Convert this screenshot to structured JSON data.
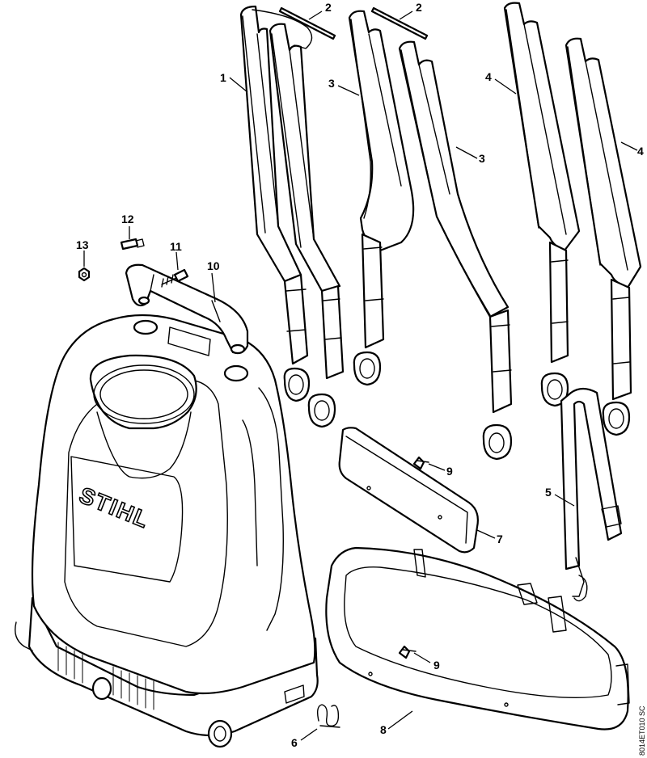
{
  "brand_logo": "STIHL",
  "drawing_code": "8014ET010 SC",
  "callouts": [
    {
      "id": "c1",
      "label": "1"
    },
    {
      "id": "c2a",
      "label": "2"
    },
    {
      "id": "c2b",
      "label": "2"
    },
    {
      "id": "c3a",
      "label": "3"
    },
    {
      "id": "c3b",
      "label": "3"
    },
    {
      "id": "c4a",
      "label": "4"
    },
    {
      "id": "c4b",
      "label": "4"
    },
    {
      "id": "c5",
      "label": "5"
    },
    {
      "id": "c6",
      "label": "6"
    },
    {
      "id": "c7",
      "label": "7"
    },
    {
      "id": "c8",
      "label": "8"
    },
    {
      "id": "c9a",
      "label": "9"
    },
    {
      "id": "c9b",
      "label": "9"
    },
    {
      "id": "c10",
      "label": "10"
    },
    {
      "id": "c11",
      "label": "11"
    },
    {
      "id": "c12",
      "label": "12"
    },
    {
      "id": "c13",
      "label": "13"
    }
  ]
}
